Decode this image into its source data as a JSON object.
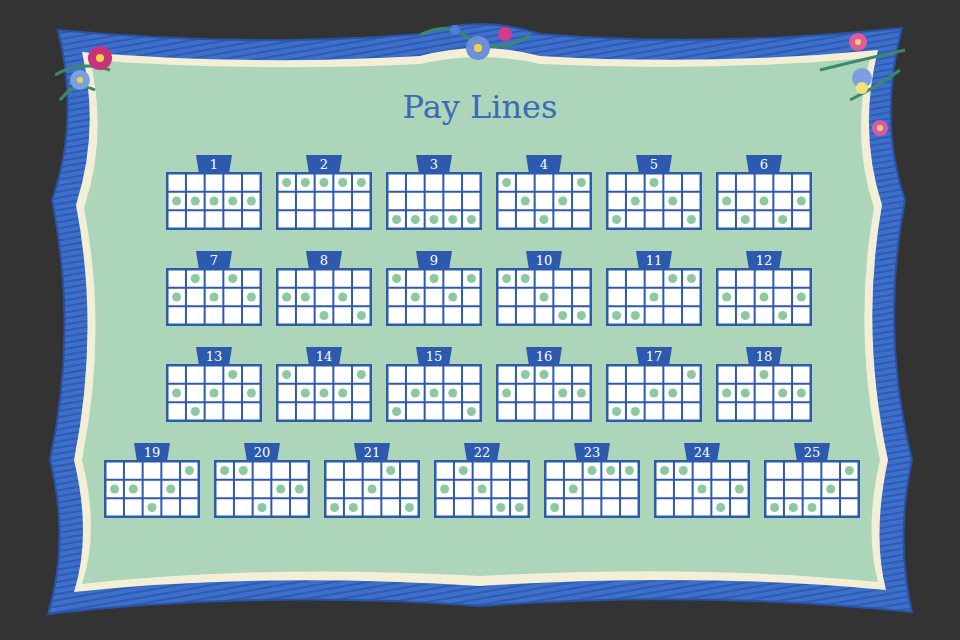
{
  "diagram": {
    "title": "Pay Lines",
    "nodes": [
      {
        "text": [
          "1"
        ]
      },
      {
        "text": [
          "2"
        ]
      },
      {
        "text": [
          "3"
        ]
      },
      {
        "text": [
          "4"
        ]
      },
      {
        "text": [
          "5"
        ]
      },
      {
        "text": [
          "6"
        ]
      },
      {
        "text": [
          "7"
        ]
      },
      {
        "text": [
          "8"
        ]
      },
      {
        "text": [
          "9"
        ]
      },
      {
        "text": [
          "10"
        ]
      },
      {
        "text": [
          "11"
        ]
      },
      {
        "text": [
          "12"
        ]
      },
      {
        "text": [
          "13"
        ]
      },
      {
        "text": [
          "14"
        ]
      },
      {
        "text": [
          "15"
        ]
      },
      {
        "text": [
          "16"
        ]
      },
      {
        "text": [
          "17"
        ]
      },
      {
        "text": [
          "18"
        ]
      },
      {
        "text": [
          "19"
        ]
      },
      {
        "text": [
          "20"
        ]
      },
      {
        "text": [
          "21"
        ]
      },
      {
        "text": [
          "22"
        ]
      },
      {
        "text": [
          "23"
        ]
      },
      {
        "text": [
          "24"
        ]
      },
      {
        "text": [
          "25"
        ]
      }
    ]
  }
}
